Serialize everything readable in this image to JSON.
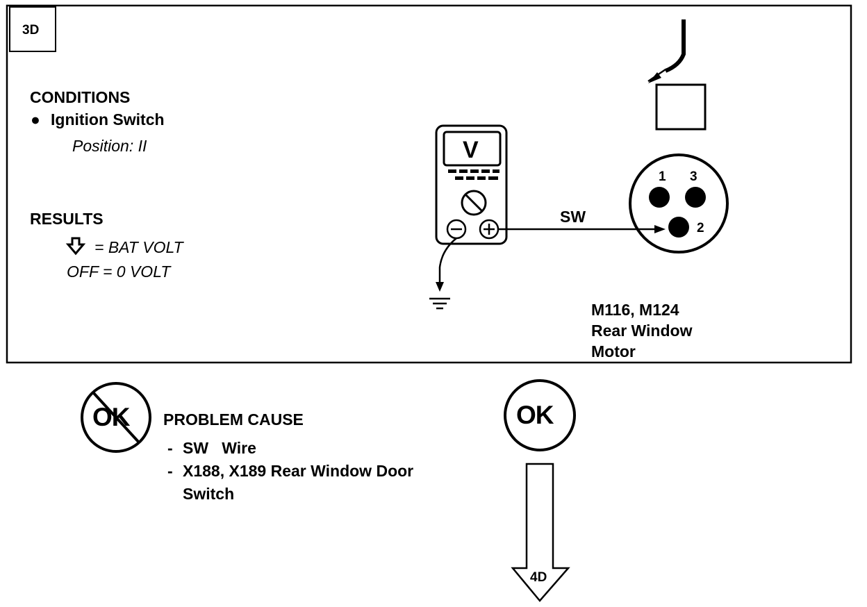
{
  "step": {
    "id": "3D",
    "next_step": "4D"
  },
  "conditions": {
    "heading": "CONDITIONS",
    "bullet": "●",
    "item": "Ignition Switch",
    "detail": "Position: II"
  },
  "results": {
    "heading": "RESULTS",
    "key_symbol": "down-arrow-icon",
    "line1_value": "=  BAT VOLT",
    "line2": "OFF =  0 VOLT"
  },
  "meter": {
    "display": "V",
    "neg_symbol": "⊖",
    "pos_symbol": "⊕"
  },
  "connector": {
    "wire_label": "SW",
    "pins": [
      "1",
      "3",
      "2"
    ],
    "component_ids": "M116, M124",
    "component_name_1": "Rear Window",
    "component_name_2": "Motor"
  },
  "outcomes": {
    "not_ok_badge": "OK",
    "ok_badge": "OK",
    "problem_heading": "PROBLEM CAUSE",
    "causes": [
      {
        "dash": "-",
        "text": "SW   Wire"
      },
      {
        "dash": "-",
        "text": "X188, X189 Rear Window Door",
        "cont": "Switch"
      }
    ]
  }
}
